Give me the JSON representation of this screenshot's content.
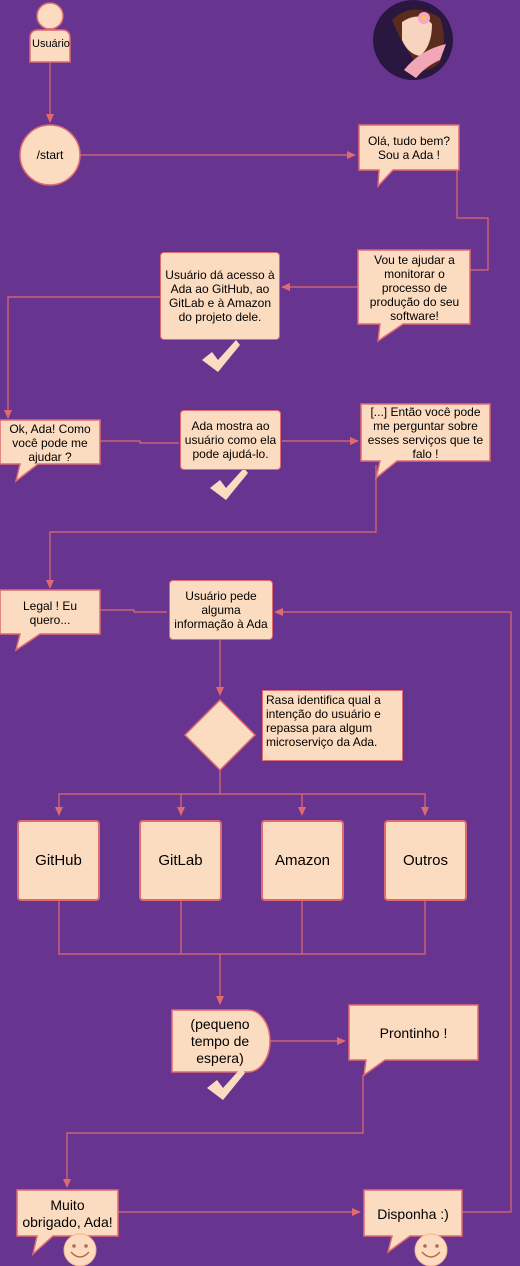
{
  "nodes": {
    "usuario": "Usuário",
    "start": "/start",
    "ola": "Olá, tudo bem? Sou a Ada !",
    "vou_ajudar": "Vou te ajudar a monitorar o processo de produção do seu software!",
    "acesso": "Usuário dá acesso à Ada ao GitHub, ao GitLab e à Amazon do projeto dele.",
    "ok_ada": "Ok, Ada! Como você pode me ajudar ?",
    "ada_mostra": "Ada mostra ao usuário como ela pode ajudá-lo.",
    "entao": "[...] Então você pode me perguntar sobre esses serviços que te falo !",
    "legal": "Legal ! Eu quero...",
    "pede_info": "Usuário pede alguma informação à Ada",
    "rasa": "Rasa identifica qual a intenção do usuário e repassa para algum microserviço da Ada.",
    "github": "GitHub",
    "gitlab": "GitLab",
    "amazon": "Amazon",
    "outros": "Outros",
    "espera": "(pequeno tempo de espera)",
    "prontinho": "Prontinho !",
    "obrigado": "Muito obrigado, Ada!",
    "disponha": "Disponha :)"
  },
  "colors": {
    "background": "#673590",
    "fill": "#fcdcc0",
    "stroke": "#e06a70",
    "check": "#fcdcc0",
    "avatar_bg": "#2a1740"
  },
  "icons": [
    "person-icon",
    "ada-avatar-icon",
    "check-icon",
    "smiley-icon"
  ]
}
